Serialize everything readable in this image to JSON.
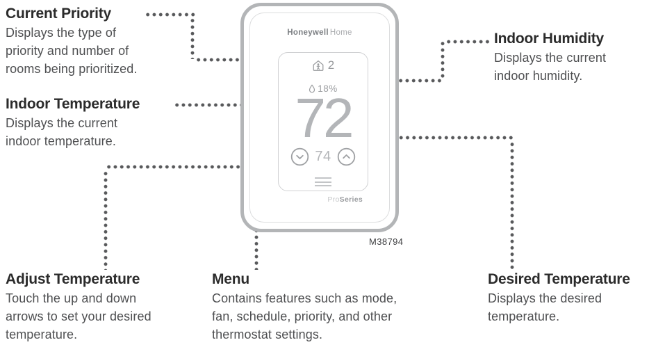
{
  "figure": {
    "model_number": "M38794"
  },
  "thermostat": {
    "brand_bold": "Honeywell",
    "brand_light": "Home",
    "priority_count": "2",
    "humidity": "18%",
    "current_temp": "72",
    "desired_temp": "74",
    "product_line_pro": "Pro",
    "product_line_series": "Series"
  },
  "icons": {
    "priority": "house-person-icon",
    "humidity": "droplet-icon",
    "decrease": "chevron-down-icon",
    "increase": "chevron-up-icon",
    "menu": "hamburger-menu-icon"
  },
  "callouts": {
    "current_priority": {
      "title": "Current Priority",
      "lines": [
        "Displays the type of",
        "priority and number of",
        "rooms being prioritized."
      ]
    },
    "indoor_temperature": {
      "title": "Indoor Temperature",
      "lines": [
        "Displays the current",
        "indoor temperature."
      ]
    },
    "indoor_humidity": {
      "title": "Indoor Humidity",
      "lines": [
        "Displays the current",
        "indoor humidity."
      ]
    },
    "adjust_temperature": {
      "title": "Adjust Temperature",
      "lines": [
        "Touch the up and down",
        "arrows to set your desired",
        "temperature."
      ]
    },
    "menu": {
      "title": "Menu",
      "lines": [
        "Contains features such as mode,",
        "fan, schedule, priority, and other",
        "thermostat settings."
      ]
    },
    "desired_temperature": {
      "title": "Desired Temperature",
      "lines": [
        "Displays the desired",
        "temperature."
      ]
    }
  },
  "colors": {
    "title_text": "#2b2b2b",
    "body_text": "#4e4f51",
    "connector_dots": "#58595b",
    "device_frame": "#b3b5b7",
    "screen_outline": "#d0d1d3",
    "display_text": "#b3b5b8",
    "indicator_gray": "#97999c"
  }
}
